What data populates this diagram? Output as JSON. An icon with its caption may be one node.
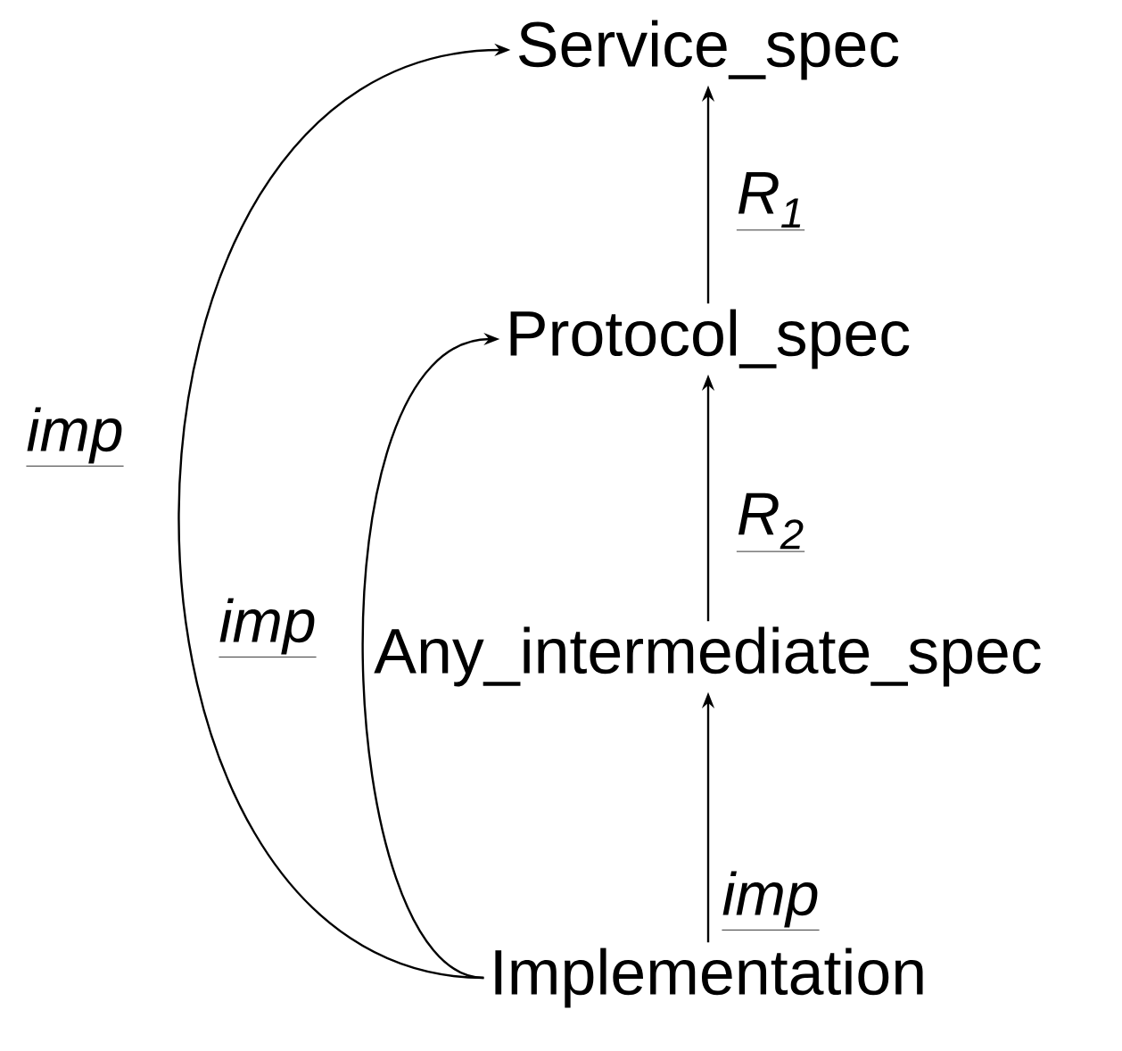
{
  "diagram": {
    "nodes": [
      {
        "text": [
          "Service_spec"
        ]
      },
      {
        "text": [
          "Protocol_spec"
        ]
      },
      {
        "text": [
          "Any_intermediate_spec"
        ]
      },
      {
        "text": [
          "Implementation"
        ]
      }
    ],
    "edges": [
      {
        "from": 1,
        "to": 0,
        "arrow": "to",
        "label": "R$_{1}$"
      },
      {
        "from": 2,
        "to": 1,
        "arrow": "to",
        "label": "R$_{2}$"
      },
      {
        "from": 3,
        "to": 2,
        "arrow": "to",
        "label": "imp"
      },
      {
        "from": 3,
        "to": 1,
        "arrow": "to",
        "label": "imp"
      },
      {
        "from": 3,
        "to": 0,
        "arrow": "to",
        "label": "imp"
      }
    ]
  }
}
